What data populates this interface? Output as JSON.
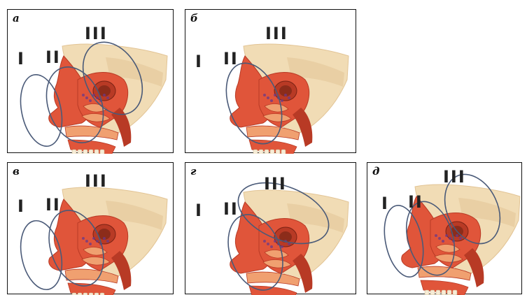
{
  "colors": {
    "bone": "#f1dcb5",
    "bone_shade": "#e2c495",
    "flesh": "#e0553a",
    "flesh_dark": "#b83a25",
    "mucosa": "#f0a070",
    "ellipse": "#4a5a78"
  },
  "panels": [
    {
      "letter": "а",
      "labels": {
        "one": "I",
        "two": "II",
        "three": "III"
      },
      "ellipses": [
        "I",
        "II",
        "III"
      ]
    },
    {
      "letter": "б",
      "labels": {
        "one": "I",
        "two": "II",
        "three": "III"
      },
      "ellipses": [
        "II"
      ]
    },
    {
      "letter": "в",
      "labels": {
        "one": "I",
        "two": "II",
        "three": "III"
      },
      "ellipses": [
        "I",
        "II"
      ]
    },
    {
      "letter": "г",
      "labels": {
        "one": "I",
        "two": "II",
        "three": "III"
      },
      "ellipses": [
        "II",
        "III"
      ]
    },
    {
      "letter": "д",
      "labels": {
        "one": "I",
        "two": "II",
        "three": "III"
      },
      "ellipses": [
        "I",
        "II",
        "III"
      ]
    }
  ]
}
